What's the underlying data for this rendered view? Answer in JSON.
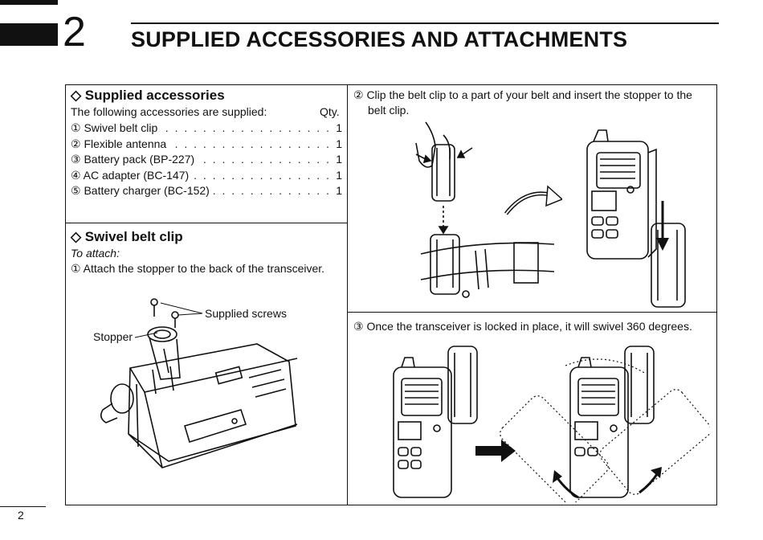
{
  "chapter": {
    "number": "2",
    "title": "SUPPLIED ACCESSORIES AND ATTACHMENTS"
  },
  "supplied": {
    "heading": "◇ Supplied accessories",
    "intro": "The following accessories are supplied:",
    "qty_label": "Qty.",
    "items": [
      {
        "label": "① Swivel belt clip",
        "qty": "1"
      },
      {
        "label": "② Flexible antenna",
        "qty": "1"
      },
      {
        "label": "③ Battery pack (BP-227)",
        "qty": "1"
      },
      {
        "label": "④ AC adapter (BC-147)",
        "qty": "1"
      },
      {
        "label": "⑤ Battery charger (BC-152)",
        "qty": "1"
      }
    ]
  },
  "belt_clip": {
    "heading": "◇ Swivel belt clip",
    "to_attach": "To attach:",
    "step1": "① Attach the stopper to the back of the transceiver.",
    "label_screws": "Supplied screws",
    "label_stopper": "Stopper",
    "step2_line1": "② Clip the belt clip to a part of your belt and insert the stopper to the",
    "step2_line2": "belt clip.",
    "step3": "③ Once the transceiver is locked in place, it will swivel 360 degrees."
  },
  "page_number": "2"
}
